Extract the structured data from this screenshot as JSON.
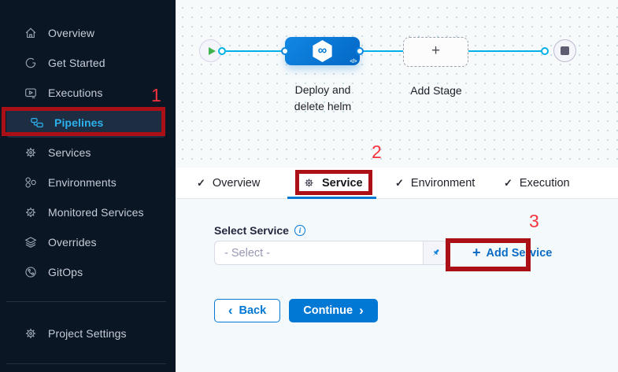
{
  "sidebar": {
    "items": [
      {
        "label": "Overview",
        "icon": "home-icon"
      },
      {
        "label": "Get Started",
        "icon": "get-started-icon"
      },
      {
        "label": "Executions",
        "icon": "executions-icon"
      },
      {
        "label": "Pipelines",
        "icon": "pipelines-icon",
        "active": true
      },
      {
        "label": "Services",
        "icon": "gear-icon"
      },
      {
        "label": "Environments",
        "icon": "environments-icon"
      },
      {
        "label": "Monitored Services",
        "icon": "gear-check-icon"
      },
      {
        "label": "Overrides",
        "icon": "layers-icon"
      },
      {
        "label": "GitOps",
        "icon": "gitops-icon"
      }
    ],
    "footer": {
      "label": "Project Settings",
      "icon": "gear-icon"
    }
  },
  "canvas": {
    "stage_label": "Deploy and delete helm",
    "add_stage_label": "Add Stage",
    "add_stage_plus": "+",
    "node_symbol": "∞",
    "node_code_glyph": "</>"
  },
  "tabs": {
    "check_glyph": "✓",
    "overview": "Overview",
    "service": "Service",
    "environment": "Environment",
    "execution": "Execution"
  },
  "form": {
    "select_service_label": "Select Service",
    "info_glyph": "i",
    "select_placeholder": "- Select -",
    "add_service_plus": "+",
    "add_service_label": "Add Service",
    "back_chevron": "‹",
    "back_label": "Back",
    "continue_label": "Continue",
    "continue_chevron": "›"
  },
  "annotations": {
    "step1": "1",
    "step2": "2",
    "step3": "3"
  },
  "colors": {
    "primary_blue": "#0278d5",
    "edge_cyan": "#00b2e8",
    "sidebar_bg": "#0b1624",
    "active_nav_text": "#2cb1ed",
    "annotation_box_red": "#ab1016",
    "annotation_digit_red": "#f5333d",
    "play_green": "#41b34d",
    "form_bg": "#f4f9fc"
  }
}
